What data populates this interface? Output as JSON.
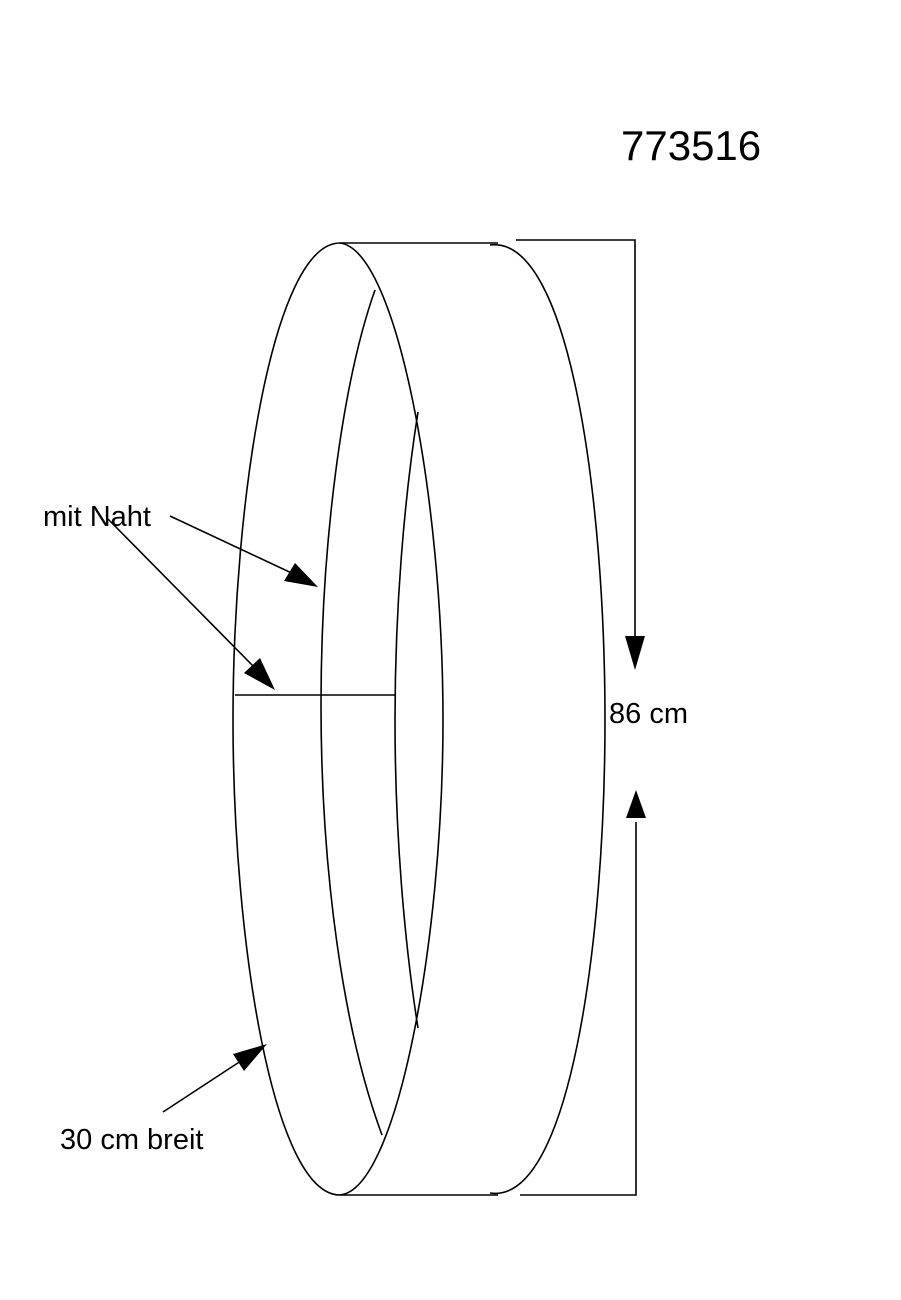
{
  "drawing_number": "773516",
  "labels": {
    "seam": "mit Naht",
    "height": "86 cm",
    "width": "30 cm breit"
  },
  "colors": {
    "background": "#ffffff",
    "ink": "#000000"
  }
}
